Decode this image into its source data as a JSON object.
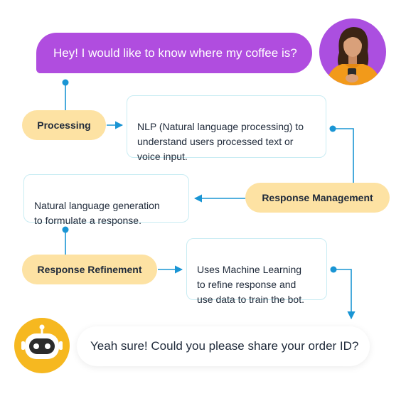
{
  "user_message": "Hey! I would like to know where my coffee is?",
  "bot_message": "Yeah sure! Could you please share your order ID?",
  "steps": {
    "processing": {
      "label": "Processing",
      "description": "NLP (Natural language processing) to\nunderstand users processed text or\nvoice input."
    },
    "response_management": {
      "label": "Response Management",
      "description": "Natural language generation\nto formulate a response."
    },
    "response_refinement": {
      "label": "Response Refinement",
      "description": "Uses Machine Learning\nto refine response and\nuse data to train the  bot."
    }
  },
  "icons": {
    "user": "person-avatar-icon",
    "bot": "robot-avatar-icon",
    "arrow": "arrow-icon"
  },
  "colors": {
    "user_bubble": "#b04ddf",
    "pill": "#fde2a3",
    "card_border": "#c9ecf3",
    "connector": "#1a95d4",
    "bot_avatar": "#f6b820"
  }
}
